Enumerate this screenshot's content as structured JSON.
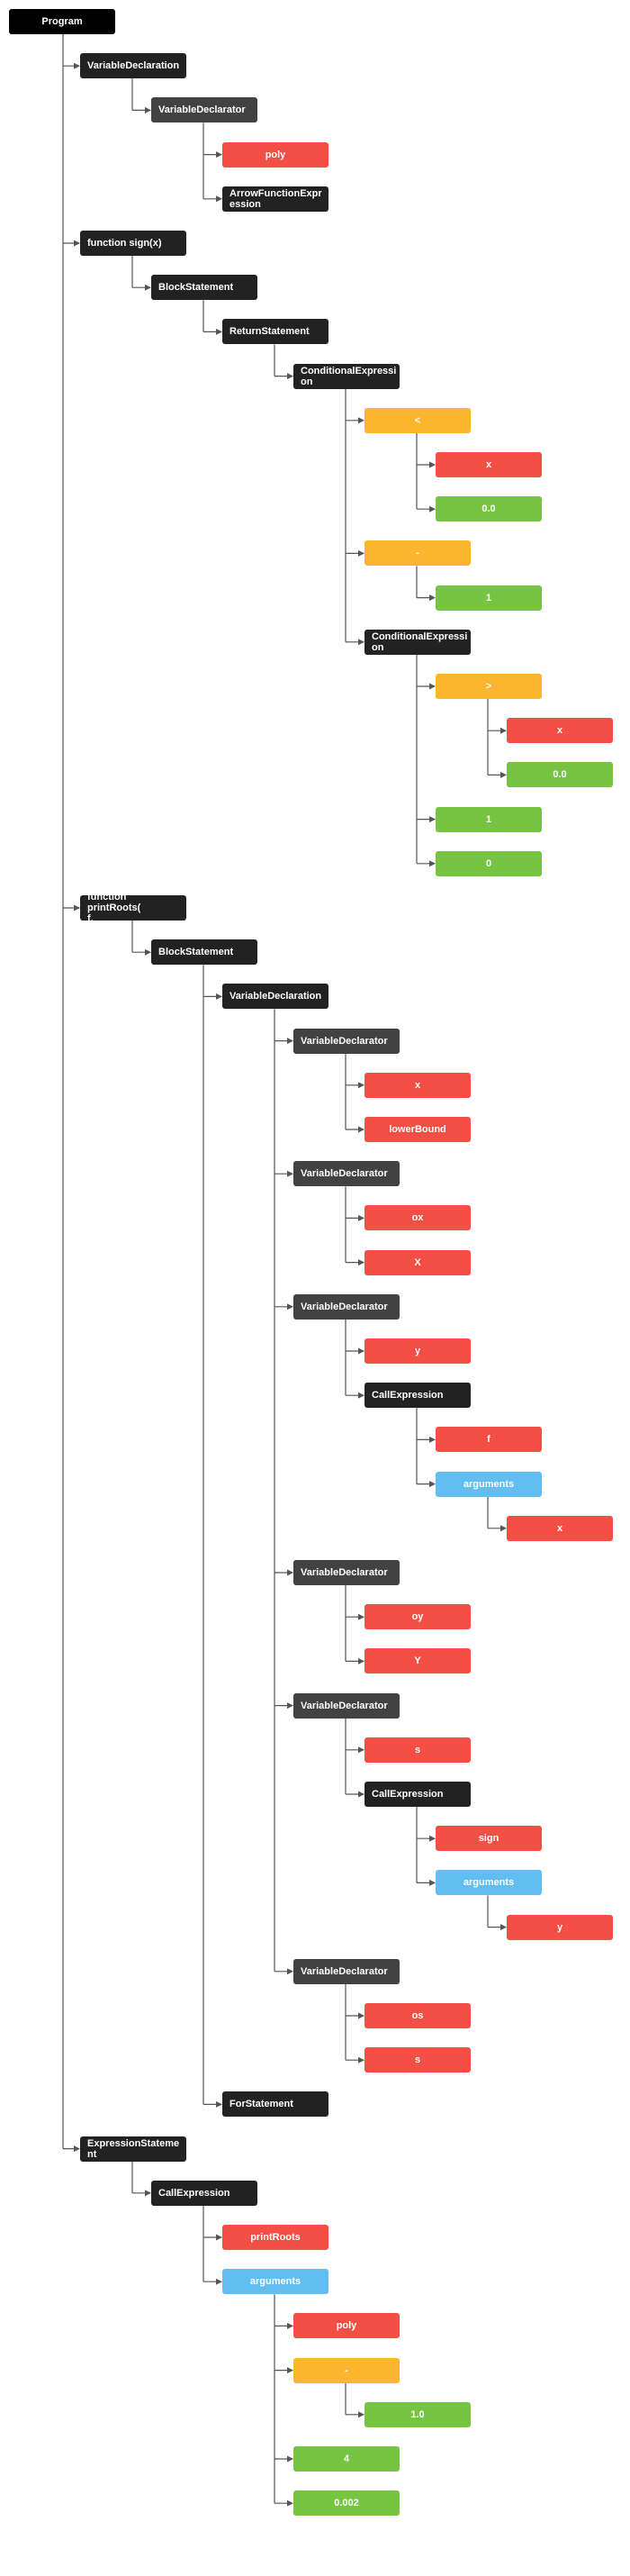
{
  "colors": {
    "program": "#000000",
    "statement": "#222222",
    "declarator": "#424242",
    "identifier": "#f44f44",
    "operator": "#fbb52f",
    "literal": "#76c442",
    "arguments": "#62bdf0",
    "connector": "#555555"
  },
  "tree": {
    "label": "Program",
    "kind": "program",
    "children": [
      {
        "label": "VariableDeclaration",
        "kind": "statement",
        "children": [
          {
            "label": "VariableDeclarator",
            "kind": "declarator",
            "children": [
              {
                "label": "poly",
                "kind": "identifier"
              },
              {
                "label": "ArrowFunctionExpr\nession",
                "kind": "statement"
              }
            ]
          }
        ]
      },
      {
        "label": "function sign(x)",
        "kind": "statement",
        "children": [
          {
            "label": "BlockStatement",
            "kind": "statement",
            "children": [
              {
                "label": "ReturnStatement",
                "kind": "statement",
                "children": [
                  {
                    "label": "ConditionalExpressi\non",
                    "kind": "statement",
                    "children": [
                      {
                        "label": "<",
                        "kind": "operator",
                        "children": [
                          {
                            "label": "x",
                            "kind": "identifier"
                          },
                          {
                            "label": "0.0",
                            "kind": "literal"
                          }
                        ]
                      },
                      {
                        "label": "-",
                        "kind": "operator",
                        "children": [
                          {
                            "label": "1",
                            "kind": "literal"
                          }
                        ]
                      },
                      {
                        "label": "ConditionalExpressi\non",
                        "kind": "statement",
                        "children": [
                          {
                            "label": ">",
                            "kind": "operator",
                            "children": [
                              {
                                "label": "x",
                                "kind": "identifier"
                              },
                              {
                                "label": "0.0",
                                "kind": "literal"
                              }
                            ]
                          },
                          {
                            "label": "1",
                            "kind": "literal"
                          },
                          {
                            "label": "0",
                            "kind": "literal"
                          }
                        ]
                      }
                    ]
                  }
                ]
              }
            ]
          }
        ]
      },
      {
        "label": "function printRoots(\nf,",
        "kind": "statement",
        "children": [
          {
            "label": "BlockStatement",
            "kind": "statement",
            "children": [
              {
                "label": "VariableDeclaration",
                "kind": "statement",
                "children": [
                  {
                    "label": "VariableDeclarator",
                    "kind": "declarator",
                    "children": [
                      {
                        "label": "x",
                        "kind": "identifier"
                      },
                      {
                        "label": "lowerBound",
                        "kind": "identifier"
                      }
                    ]
                  },
                  {
                    "label": "VariableDeclarator",
                    "kind": "declarator",
                    "children": [
                      {
                        "label": "ox",
                        "kind": "identifier"
                      },
                      {
                        "label": "X",
                        "kind": "identifier"
                      }
                    ]
                  },
                  {
                    "label": "VariableDeclarator",
                    "kind": "declarator",
                    "children": [
                      {
                        "label": "y",
                        "kind": "identifier"
                      },
                      {
                        "label": "CallExpression",
                        "kind": "statement",
                        "children": [
                          {
                            "label": "f",
                            "kind": "identifier"
                          },
                          {
                            "label": "arguments",
                            "kind": "arguments",
                            "children": [
                              {
                                "label": "x",
                                "kind": "identifier"
                              }
                            ]
                          }
                        ]
                      }
                    ]
                  },
                  {
                    "label": "VariableDeclarator",
                    "kind": "declarator",
                    "children": [
                      {
                        "label": "oy",
                        "kind": "identifier"
                      },
                      {
                        "label": "Y",
                        "kind": "identifier"
                      }
                    ]
                  },
                  {
                    "label": "VariableDeclarator",
                    "kind": "declarator",
                    "children": [
                      {
                        "label": "s",
                        "kind": "identifier"
                      },
                      {
                        "label": "CallExpression",
                        "kind": "statement",
                        "children": [
                          {
                            "label": "sign",
                            "kind": "identifier"
                          },
                          {
                            "label": "arguments",
                            "kind": "arguments",
                            "children": [
                              {
                                "label": "y",
                                "kind": "identifier"
                              }
                            ]
                          }
                        ]
                      }
                    ]
                  },
                  {
                    "label": "VariableDeclarator",
                    "kind": "declarator",
                    "children": [
                      {
                        "label": "os",
                        "kind": "identifier"
                      },
                      {
                        "label": "s",
                        "kind": "identifier"
                      }
                    ]
                  }
                ]
              },
              {
                "label": "ForStatement",
                "kind": "statement"
              }
            ]
          }
        ]
      },
      {
        "label": "ExpressionStateme\nnt",
        "kind": "statement",
        "children": [
          {
            "label": "CallExpression",
            "kind": "statement",
            "children": [
              {
                "label": "printRoots",
                "kind": "identifier"
              },
              {
                "label": "arguments",
                "kind": "arguments",
                "children": [
                  {
                    "label": "poly",
                    "kind": "identifier"
                  },
                  {
                    "label": "-",
                    "kind": "operator",
                    "children": [
                      {
                        "label": "1.0",
                        "kind": "literal"
                      }
                    ]
                  },
                  {
                    "label": "4",
                    "kind": "literal"
                  },
                  {
                    "label": "0.002",
                    "kind": "literal"
                  }
                ]
              }
            ]
          }
        ]
      }
    ]
  }
}
